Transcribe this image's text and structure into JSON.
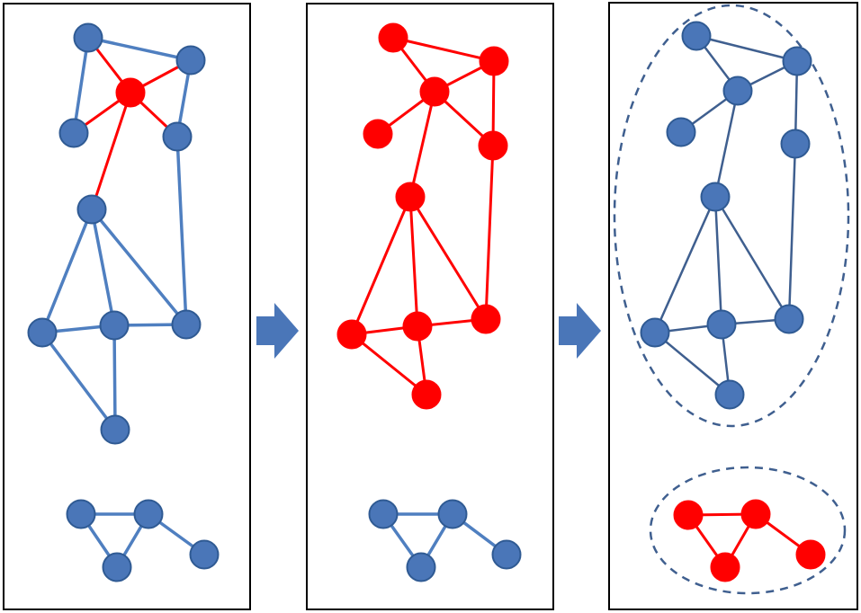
{
  "colors": {
    "blue_fill": "#4a76b8",
    "blue_stroke": "#2f5a93",
    "blue_edge": "#4f7fc0",
    "dark_edge": "#3f5f8f",
    "red": "#ff0000",
    "arrow": "#4a76b8",
    "dash": "#3f5f8f",
    "frame": "#000000"
  },
  "icons": {
    "arrow_1": "right-arrow-icon",
    "arrow_2": "right-arrow-icon"
  },
  "panels": [
    {
      "name": "panel-1-initial-graph",
      "nodes": [
        {
          "id": "a1",
          "color": "blue"
        },
        {
          "id": "a2",
          "color": "blue"
        },
        {
          "id": "a3",
          "color": "red"
        },
        {
          "id": "a4",
          "color": "blue"
        },
        {
          "id": "a5",
          "color": "blue"
        },
        {
          "id": "a6",
          "color": "blue"
        },
        {
          "id": "a7",
          "color": "blue"
        },
        {
          "id": "a8",
          "color": "blue"
        },
        {
          "id": "a9",
          "color": "blue"
        },
        {
          "id": "a10",
          "color": "blue"
        },
        {
          "id": "a11",
          "color": "blue"
        },
        {
          "id": "a12",
          "color": "blue"
        },
        {
          "id": "a13",
          "color": "blue"
        },
        {
          "id": "a14",
          "color": "blue"
        }
      ],
      "edges": [
        [
          "a1",
          "a2",
          "blue"
        ],
        [
          "a1",
          "a4",
          "blue"
        ],
        [
          "a2",
          "a5",
          "blue"
        ],
        [
          "a5",
          "a9",
          "blue"
        ],
        [
          "a1",
          "a3",
          "red"
        ],
        [
          "a2",
          "a3",
          "red"
        ],
        [
          "a3",
          "a4",
          "red"
        ],
        [
          "a3",
          "a5",
          "red"
        ],
        [
          "a3",
          "a6",
          "red"
        ],
        [
          "a6",
          "a7",
          "blue"
        ],
        [
          "a6",
          "a8",
          "blue"
        ],
        [
          "a6",
          "a9",
          "blue"
        ],
        [
          "a7",
          "a8",
          "blue"
        ],
        [
          "a8",
          "a9",
          "blue"
        ],
        [
          "a7",
          "a10",
          "blue"
        ],
        [
          "a8",
          "a10",
          "blue"
        ],
        [
          "a11",
          "a12",
          "blue"
        ],
        [
          "a11",
          "a13",
          "blue"
        ],
        [
          "a12",
          "a13",
          "blue"
        ],
        [
          "a12",
          "a14",
          "blue"
        ]
      ]
    },
    {
      "name": "panel-2-propagated-graph",
      "nodes": [
        {
          "id": "b1",
          "color": "red"
        },
        {
          "id": "b2",
          "color": "red"
        },
        {
          "id": "b3",
          "color": "red"
        },
        {
          "id": "b4",
          "color": "red"
        },
        {
          "id": "b5",
          "color": "red"
        },
        {
          "id": "b6",
          "color": "red"
        },
        {
          "id": "b7",
          "color": "red"
        },
        {
          "id": "b8",
          "color": "red"
        },
        {
          "id": "b9",
          "color": "red"
        },
        {
          "id": "b10",
          "color": "red"
        },
        {
          "id": "b11",
          "color": "blue"
        },
        {
          "id": "b12",
          "color": "blue"
        },
        {
          "id": "b13",
          "color": "blue"
        },
        {
          "id": "b14",
          "color": "blue"
        }
      ],
      "edges": [
        [
          "b1",
          "b2",
          "red"
        ],
        [
          "b1",
          "b3",
          "red"
        ],
        [
          "b2",
          "b3",
          "red"
        ],
        [
          "b3",
          "b4",
          "red"
        ],
        [
          "b2",
          "b5",
          "red"
        ],
        [
          "b3",
          "b5",
          "red"
        ],
        [
          "b3",
          "b6",
          "red"
        ],
        [
          "b5",
          "b9",
          "red"
        ],
        [
          "b6",
          "b7",
          "red"
        ],
        [
          "b6",
          "b8",
          "red"
        ],
        [
          "b6",
          "b9",
          "red"
        ],
        [
          "b7",
          "b8",
          "red"
        ],
        [
          "b8",
          "b9",
          "red"
        ],
        [
          "b7",
          "b10",
          "red"
        ],
        [
          "b8",
          "b10",
          "red"
        ],
        [
          "b11",
          "b12",
          "blue"
        ],
        [
          "b11",
          "b13",
          "blue"
        ],
        [
          "b12",
          "b13",
          "blue"
        ],
        [
          "b12",
          "b14",
          "blue"
        ]
      ]
    },
    {
      "name": "panel-3-detected-communities",
      "nodes": [
        {
          "id": "c1",
          "color": "blue"
        },
        {
          "id": "c2",
          "color": "blue"
        },
        {
          "id": "c3",
          "color": "blue"
        },
        {
          "id": "c4",
          "color": "blue"
        },
        {
          "id": "c5",
          "color": "blue"
        },
        {
          "id": "c6",
          "color": "blue"
        },
        {
          "id": "c7",
          "color": "blue"
        },
        {
          "id": "c8",
          "color": "blue"
        },
        {
          "id": "c9",
          "color": "blue"
        },
        {
          "id": "c10",
          "color": "blue"
        },
        {
          "id": "c11",
          "color": "red"
        },
        {
          "id": "c12",
          "color": "red"
        },
        {
          "id": "c13",
          "color": "red"
        },
        {
          "id": "c14",
          "color": "red"
        }
      ],
      "edges": [
        [
          "c1",
          "c2",
          "dark"
        ],
        [
          "c1",
          "c3",
          "dark"
        ],
        [
          "c2",
          "c3",
          "dark"
        ],
        [
          "c3",
          "c4",
          "dark"
        ],
        [
          "c2",
          "c5",
          "dark"
        ],
        [
          "c3",
          "c6",
          "dark"
        ],
        [
          "c5",
          "c9",
          "dark"
        ],
        [
          "c6",
          "c7",
          "dark"
        ],
        [
          "c6",
          "c8",
          "dark"
        ],
        [
          "c6",
          "c9",
          "dark"
        ],
        [
          "c7",
          "c8",
          "dark"
        ],
        [
          "c8",
          "c9",
          "dark"
        ],
        [
          "c7",
          "c10",
          "dark"
        ],
        [
          "c8",
          "c10",
          "dark"
        ],
        [
          "c11",
          "c12",
          "red"
        ],
        [
          "c11",
          "c13",
          "red"
        ],
        [
          "c12",
          "c13",
          "red"
        ],
        [
          "c12",
          "c14",
          "red"
        ]
      ],
      "communities": [
        {
          "name": "community-large-ellipse"
        },
        {
          "name": "community-small-ellipse"
        }
      ]
    }
  ]
}
